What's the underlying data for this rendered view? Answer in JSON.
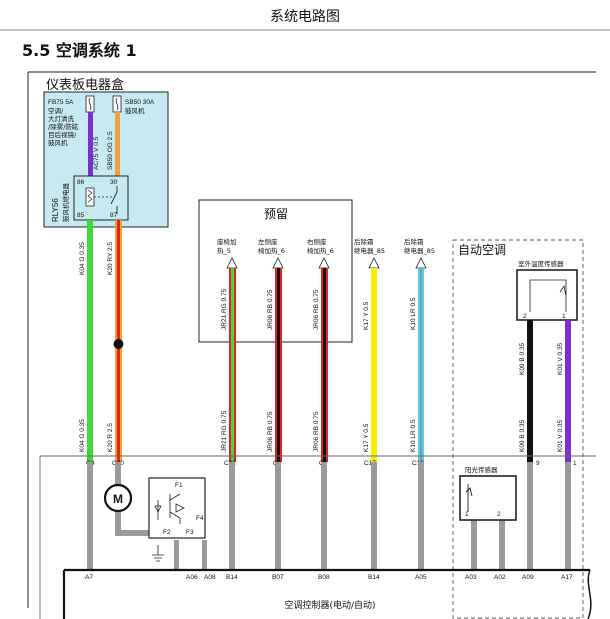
{
  "header": {
    "title": "系统电路图"
  },
  "section": {
    "title": "5.5 空调系统 1"
  },
  "fuse_box": {
    "title": "仪表板电器盒",
    "fuse1": {
      "code": "FB75 5A",
      "desc1": "空调/",
      "desc2": "大灯清洗",
      "desc3": "/除雾/防眩",
      "desc4": "目后视镜/",
      "desc5": "鼓风机"
    },
    "fuse2": {
      "code": "SB50 30A",
      "desc1": "鼓风机"
    },
    "relay": {
      "code": "RLY56",
      "name": "鼓风机继电器",
      "pin86": "86",
      "pin85": "85",
      "pin30": "30",
      "pin87": "87"
    }
  },
  "wires": {
    "w1": "AC75 V 0.5",
    "w2": "SB50 OG 2.5",
    "w3": "K04 G 0.35",
    "w4": "K20 RY 2.5",
    "w3b": "K04 G 0.35",
    "w4b": "K20 R 2.5",
    "w5": "JR21 RG 0.75",
    "w6": "JR06 RB 0.75",
    "w7": "JR06 RB 0.75",
    "w8": "K17 Y 0.5",
    "w9": "K10 LR 0.5",
    "w10": "K09 B 0.35",
    "w11": "K01 V 0.35"
  },
  "reserved": {
    "title": "预留",
    "c1a": "座椅加",
    "c1b": "热_5",
    "c2a": "左侧座",
    "c2b": "椅加热_6",
    "c3a": "右侧座",
    "c3b": "椅加热_6",
    "c4a": "后除霜",
    "c4b": "继电器_85",
    "c5a": "后除霜",
    "c5b": "继电器_85"
  },
  "auto_ac": {
    "title": "自动空调",
    "outside_sensor": "室外温度传感器",
    "sensor_pin2": "2",
    "sensor_pin1": "1",
    "sun_sensor": "阳光传感器",
    "sun_pin1": "1",
    "sun_pin2": "2"
  },
  "connectors_top": {
    "c4": "C4",
    "c20": "C20",
    "c21": "C21",
    "c2": "C2",
    "c6": "C6",
    "c17": "C17",
    "c10": "C10",
    "p9": "9",
    "p1": "1"
  },
  "connectors_bottom": {
    "a7": "A7",
    "a06": "A06",
    "a08": "A08",
    "b14a": "B14",
    "b07": "B07",
    "b08": "B08",
    "b14b": "B14",
    "a05": "A05",
    "a03": "A03",
    "a02": "A02",
    "a09": "A09",
    "a17": "A17"
  },
  "controller": {
    "name": "空调控制器(电动/自动)",
    "motor": "M",
    "f1": "F1",
    "f2": "F2",
    "f3": "F3",
    "f4": "F4"
  },
  "colors": {
    "purple": "#7b2fd0",
    "orange": "#f2a23a",
    "green": "#3fd93f",
    "red": "#e8231f",
    "yellow": "#f4f000",
    "cyan": "#45d6f2",
    "black": "#111111",
    "gray": "#9a9a9a",
    "box": "#c6eaf2"
  }
}
